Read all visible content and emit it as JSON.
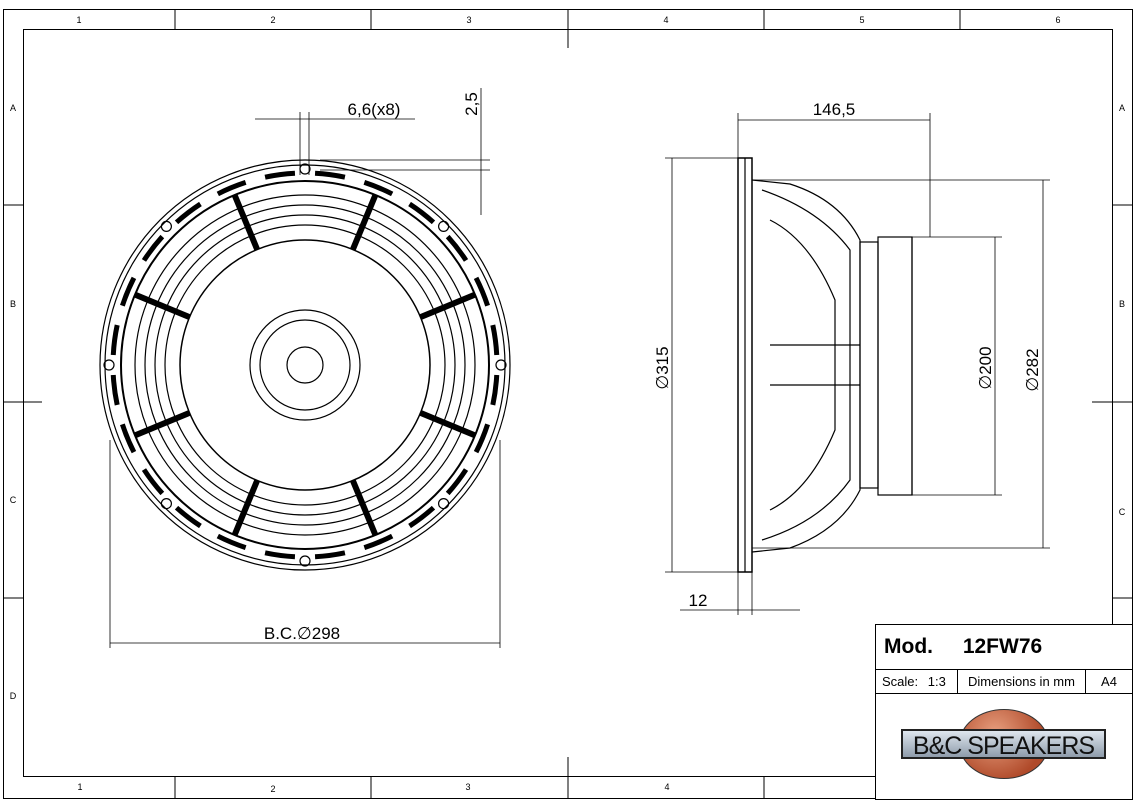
{
  "frame": {
    "columns_top": [
      "1",
      "2",
      "3",
      "4",
      "5",
      "6"
    ],
    "columns_bottom": [
      "1",
      "2",
      "3",
      "4"
    ],
    "rows_left": [
      "A",
      "B",
      "C",
      "D"
    ],
    "rows_right": [
      "A",
      "B",
      "C"
    ]
  },
  "dimensions": {
    "hole": "6,6(x8)",
    "flange_offset": "2,5",
    "depth": "146,5",
    "outer_diameter": "∅315",
    "magnet_diameter": "∅200",
    "basket_diameter": "∅282",
    "flange_thickness": "12",
    "bolt_circle": "B.C.∅298"
  },
  "title_block": {
    "mod_label": "Mod.",
    "model": "12FW76",
    "scale_label": "Scale:",
    "scale_value": "1:3",
    "units": "Dimensions in mm",
    "paper": "A4",
    "logo_text": "B&C SPEAKERS"
  }
}
